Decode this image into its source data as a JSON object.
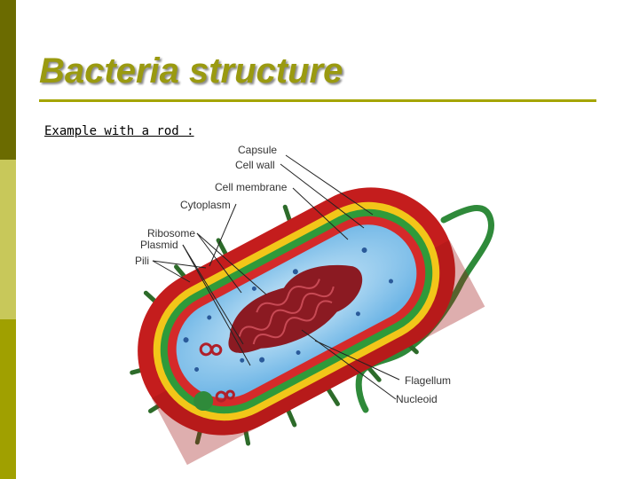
{
  "slide": {
    "title": "Bacteria structure",
    "caption": "Example with a rod :"
  },
  "diagram": {
    "labels": {
      "capsule": "Capsule",
      "cell_wall": "Cell wall",
      "cell_membrane": "Cell membrane",
      "cytoplasm": "Cytoplasm",
      "ribosome": "Ribosome",
      "plasmid": "Plasmid",
      "pili": "Pili",
      "flagellum": "Flagellum",
      "nucleoid": "Nucleoid"
    }
  },
  "colors": {
    "sidebar_top": "#6b6b00",
    "sidebar_mid": "#c8c85a",
    "sidebar_bottom": "#a0a000",
    "title": "#9a9a10",
    "capsule": "#c41d1d",
    "cell_wall_yellow": "#f2c619",
    "cell_membrane_green": "#2f9a3a",
    "cytoplasm": "#7fc0ea",
    "nucleoid": "#8b1a22",
    "flagellum": "#2f8a3a"
  }
}
